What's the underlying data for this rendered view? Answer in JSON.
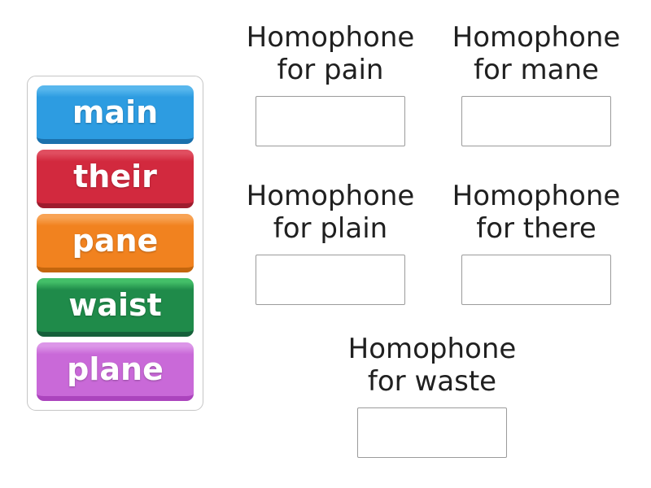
{
  "page": {
    "background": "#ffffff"
  },
  "colors": {
    "header_text": "#202020",
    "dropzone_border": "#9b9b9b",
    "tray_border": "#c6c6c6",
    "tile_text": "#ffffff"
  },
  "word_bank": {
    "items": [
      {
        "label": "main",
        "color_main": "#2d9ce1",
        "color_light": "#58b7ed",
        "color_dark": "#1a71ad"
      },
      {
        "label": "their",
        "color_main": "#d2293e",
        "color_light": "#e04e60",
        "color_dark": "#9e1c2e"
      },
      {
        "label": "pane",
        "color_main": "#f1821f",
        "color_light": "#f8a355",
        "color_dark": "#c4660d"
      },
      {
        "label": "waist",
        "color_main": "#1f8b4a",
        "color_light": "#43bf68",
        "color_dark": "#15603a"
      },
      {
        "label": "plane",
        "color_main": "#c969d8",
        "color_light": "#dc96e8",
        "color_dark": "#ab44bd"
      }
    ]
  },
  "targets": [
    {
      "title_line1": "Homophone",
      "title_line2": "for pain"
    },
    {
      "title_line1": "Homophone",
      "title_line2": "for mane"
    },
    {
      "title_line1": "Homophone",
      "title_line2": "for plain"
    },
    {
      "title_line1": "Homophone",
      "title_line2": "for there"
    },
    {
      "title_line1": "Homophone",
      "title_line2": "for waste"
    }
  ]
}
